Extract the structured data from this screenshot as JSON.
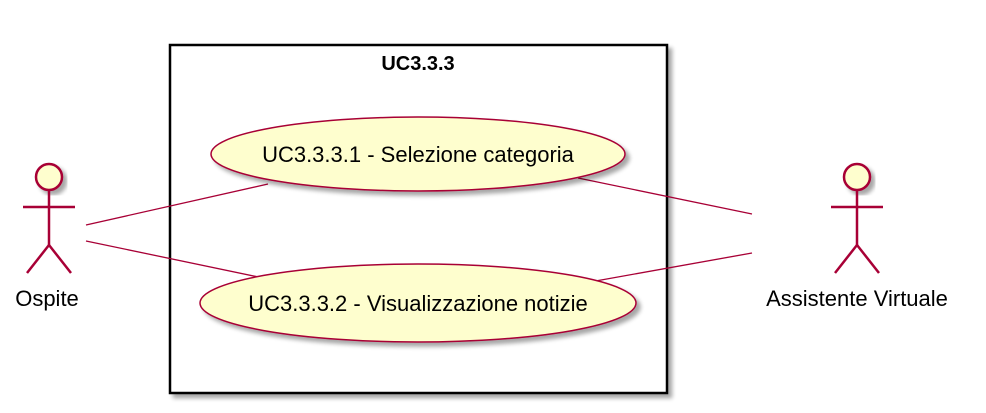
{
  "diagram": {
    "system": {
      "title": "UC3.3.3"
    },
    "actors": [
      {
        "id": "ospite",
        "label": "Ospite"
      },
      {
        "id": "assistente",
        "label": "Assistente Virtuale"
      }
    ],
    "use_cases": [
      {
        "id": "uc1",
        "label": "UC3.3.3.1 - Selezione categoria"
      },
      {
        "id": "uc2",
        "label": "UC3.3.3.2 - Visualizzazione notizie"
      }
    ],
    "associations": [
      {
        "from": "ospite",
        "to": "uc1"
      },
      {
        "from": "ospite",
        "to": "uc2"
      },
      {
        "from": "uc1",
        "to": "assistente"
      },
      {
        "from": "uc2",
        "to": "assistente"
      }
    ],
    "colors": {
      "actor_fill": "#FEFECE",
      "actor_stroke": "#A80036",
      "usecase_fill": "#FEFECE",
      "usecase_stroke": "#A80036",
      "association": "#A80036",
      "frame": "#000000",
      "shadow": "#C8C8C8"
    }
  }
}
